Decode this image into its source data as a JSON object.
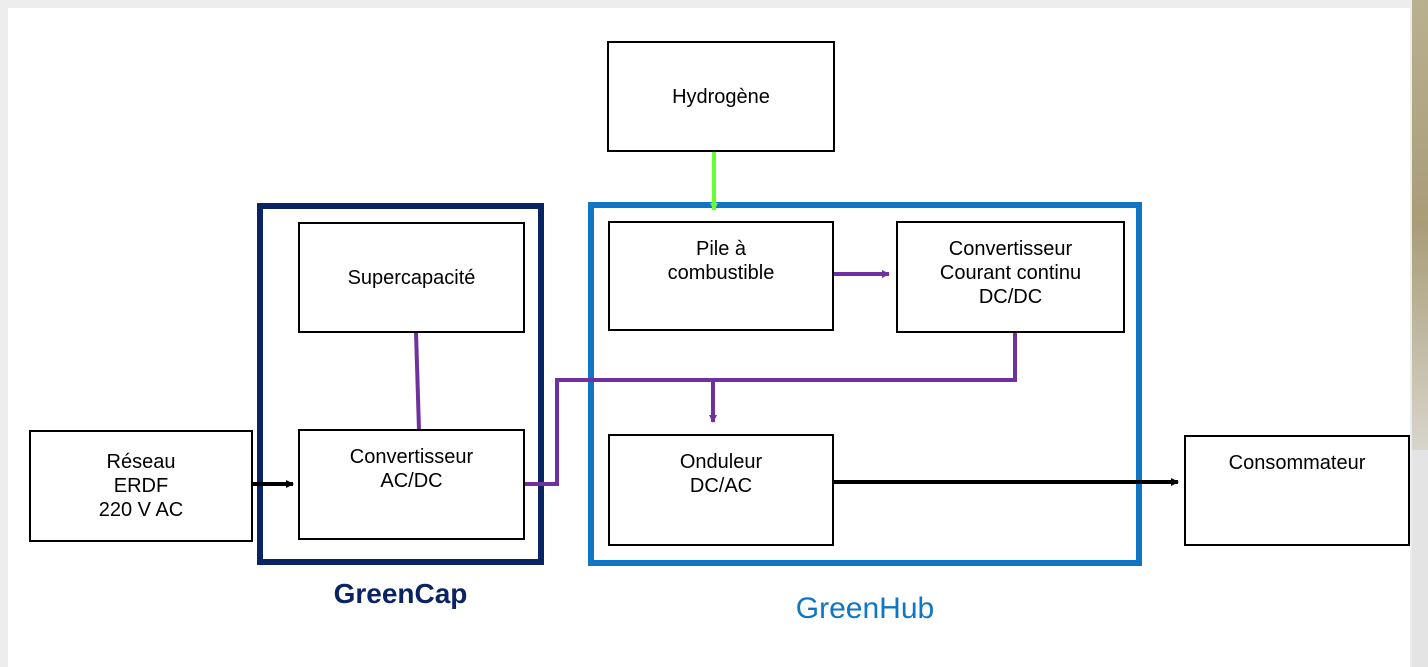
{
  "colors": {
    "greencap_border": "#0a2463",
    "greenhub_border": "#0f75c5",
    "power_flow": "#7030a0",
    "hydrogen_flow": "#66ff33",
    "ac_flow": "#000000"
  },
  "groups": {
    "greencap": {
      "label": "GreenCap"
    },
    "greenhub": {
      "label": "GreenHub"
    }
  },
  "blocks": {
    "hydrogene": {
      "label": "Hydrogène"
    },
    "supercapacite": {
      "label": "Supercapacité"
    },
    "pile": {
      "label": "Pile à\ncombustible"
    },
    "convertisseur_dcdc": {
      "label": "Convertisseur\nCourant continu\nDC/DC"
    },
    "reseau": {
      "label": "Réseau\nERDF\n220 V AC"
    },
    "convertisseur_acdc": {
      "label": "Convertisseur\nAC/DC"
    },
    "onduleur": {
      "label": "Onduleur\nDC/AC"
    },
    "consommateur": {
      "label": "Consommateur"
    }
  }
}
